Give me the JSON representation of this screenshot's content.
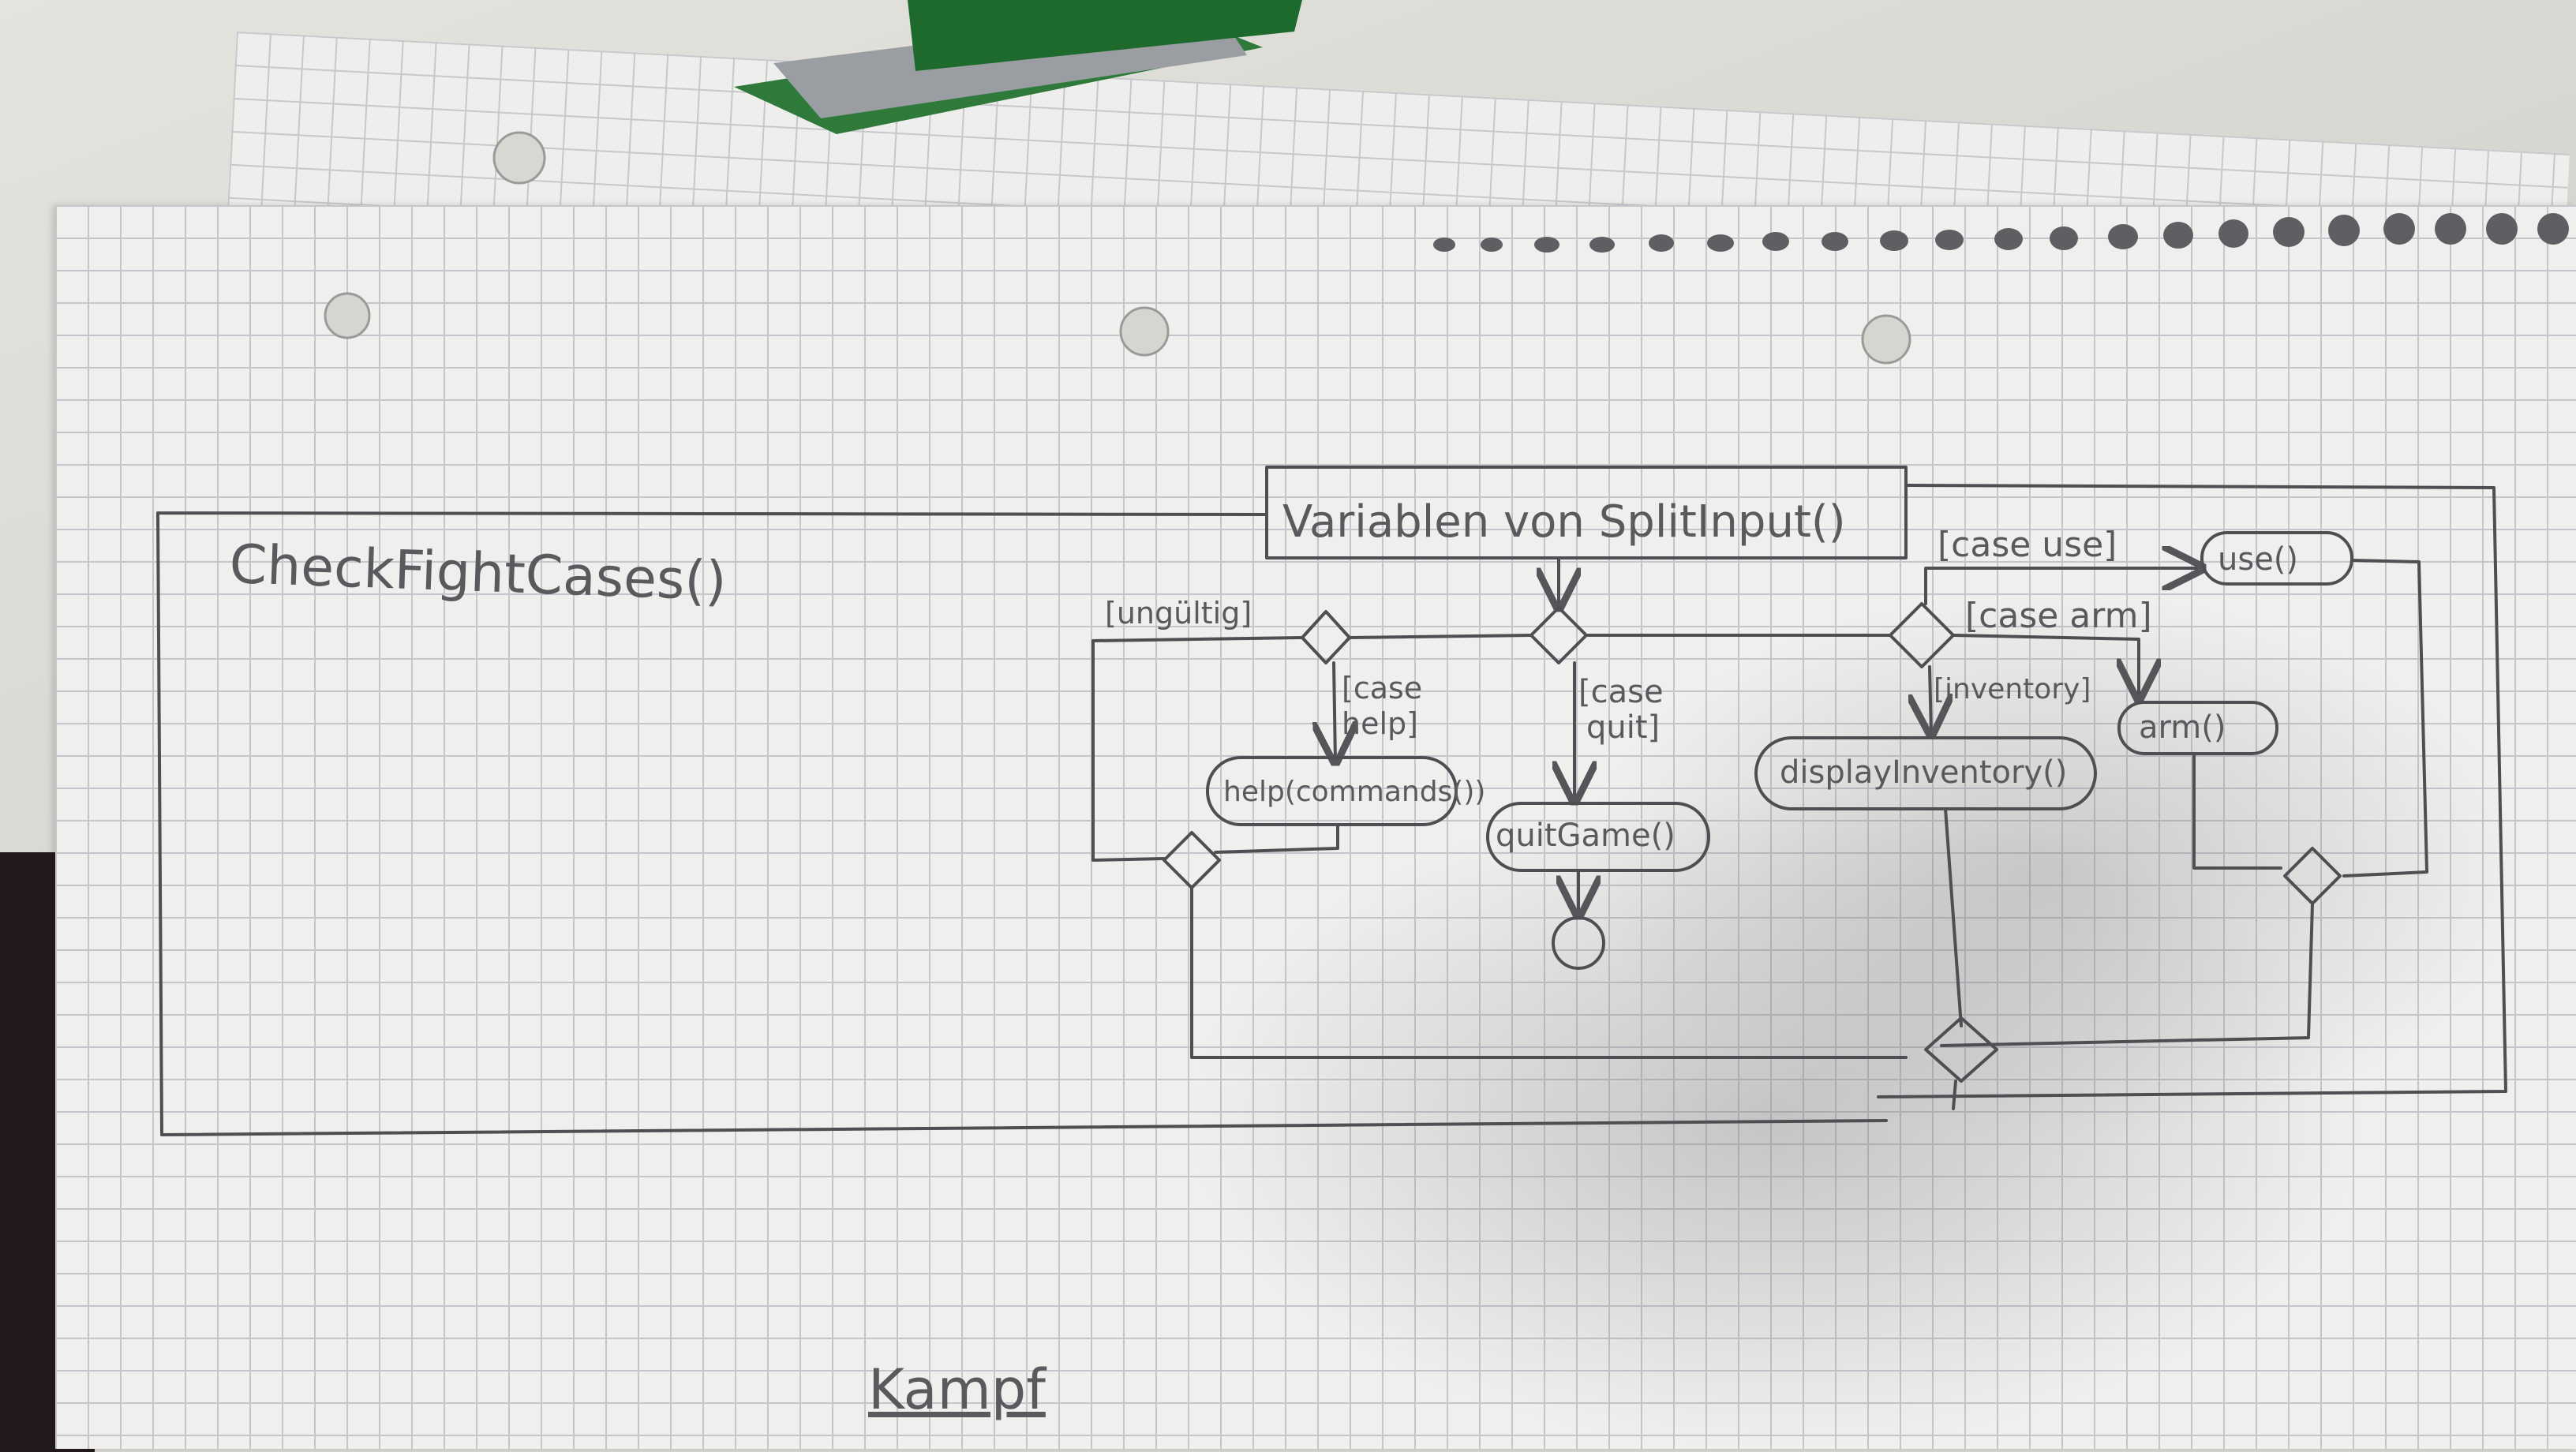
{
  "diagram": {
    "title": "CheckFightCases()",
    "input_node": "Variablen von SplitInput()",
    "guards": {
      "invalid": "[ungültig]",
      "case_help": [
        "[case",
        "help]"
      ],
      "case_quit": [
        "[case",
        "quit]"
      ],
      "case_use": "[case use]",
      "case_arm": "[case arm]",
      "inventory": "[inventory]"
    },
    "actions": {
      "help": "help(commands())",
      "quit": "quitGame()",
      "display_inventory": "displayInventory()",
      "use": "use()",
      "arm": "arm()"
    }
  },
  "footer_note": "Kampf"
}
